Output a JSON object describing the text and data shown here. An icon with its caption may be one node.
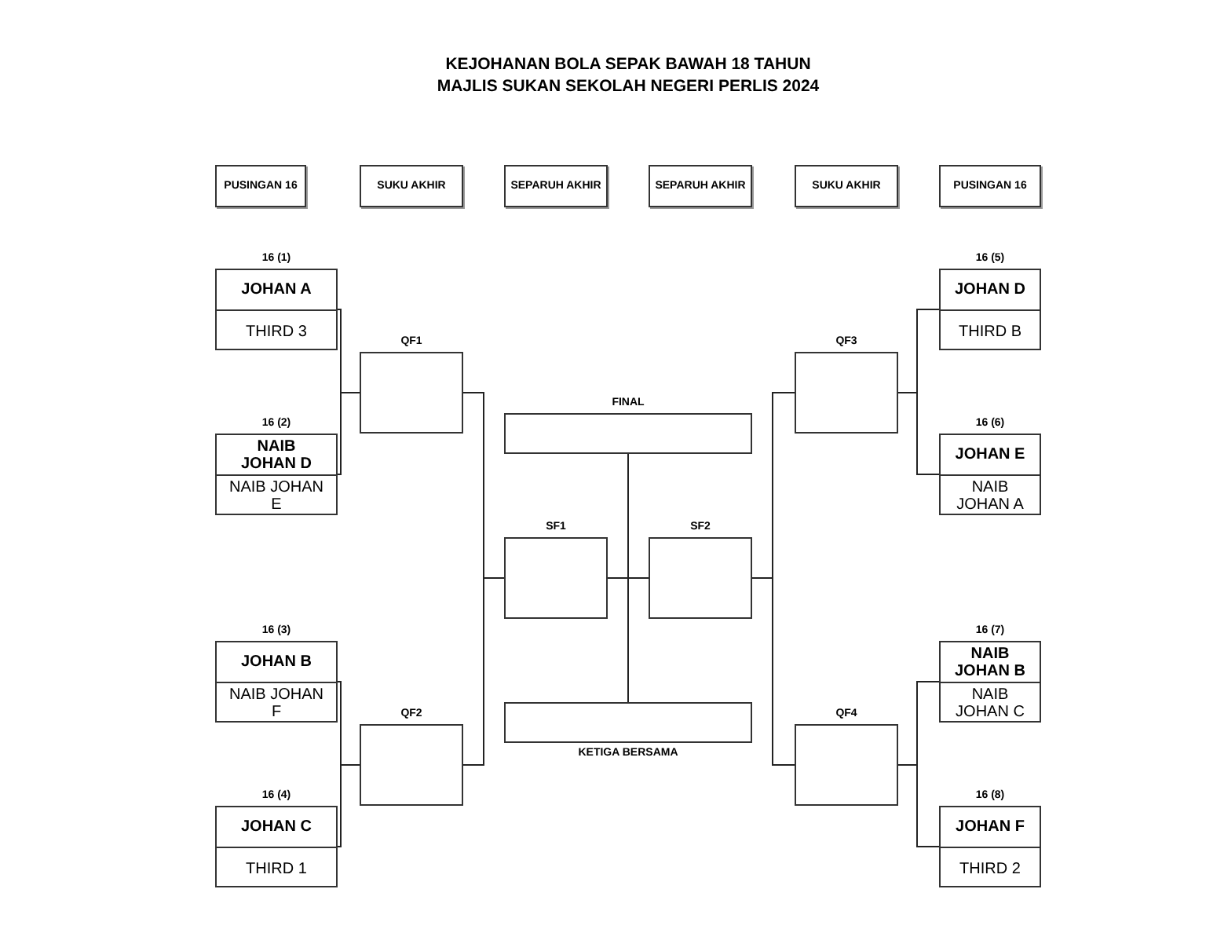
{
  "diagram": {
    "title": "KEJOHANAN BOLA SEPAK BAWAH 18 TAHUN MAJLIS SUKAN SEKOLAH NEGERI PERLIS 2024",
    "nodes": [
      {
        "text": [
          "PUSINGAN 16"
        ]
      },
      {
        "text": [
          "SUKU AKHIR"
        ]
      },
      {
        "text": [
          "SEPARUH AKHIR"
        ]
      },
      {
        "text": [
          "SEPARUH AKHIR"
        ]
      },
      {
        "text": [
          "SUKU AKHIR"
        ]
      },
      {
        "text": [
          "PUSINGAN 16"
        ]
      },
      {
        "text": [
          "JOHAN A",
          "THIRD 3"
        ],
        "beside": [
          "16 (1)"
        ]
      },
      {
        "text": [
          "NAIB JOHAN D",
          "NAIB JOHAN E"
        ],
        "beside": [
          "16 (2)"
        ]
      },
      {
        "text": [
          "JOHAN B",
          "NAIB JOHAN F"
        ],
        "beside": [
          "16 (3)"
        ]
      },
      {
        "text": [
          "JOHAN C",
          "THIRD 1"
        ],
        "beside": [
          "16 (4)"
        ]
      },
      {
        "text": [],
        "shape": "box",
        "beside": [
          "QF1"
        ]
      },
      {
        "text": [],
        "shape": "box",
        "beside": [
          "QF2"
        ]
      },
      {
        "text": [],
        "shape": "box",
        "beside": [
          "FINAL"
        ]
      },
      {
        "text": [],
        "shape": "box",
        "beside": [
          "SF1"
        ]
      },
      {
        "text": [],
        "shape": "box",
        "beside": [
          "SF2"
        ]
      },
      {
        "text": [],
        "shape": "box",
        "beside": [
          "KETIGA BERSAMA"
        ]
      },
      {
        "text": [],
        "shape": "box",
        "beside": [
          "QF3"
        ]
      },
      {
        "text": [],
        "shape": "box",
        "beside": [
          "QF4"
        ]
      },
      {
        "text": [
          "JOHAN D",
          "THIRD B"
        ],
        "beside": [
          "16 (5)"
        ]
      },
      {
        "text": [
          "JOHAN E",
          "NAIB JOHAN A"
        ],
        "beside": [
          "16 (6)"
        ]
      },
      {
        "text": [
          "NAIB JOHAN B",
          "NAIB JOHAN C"
        ],
        "beside": [
          "16 (7)"
        ]
      },
      {
        "text": [
          "JOHAN F",
          "THIRD 2"
        ],
        "beside": [
          "16 (8)"
        ]
      }
    ],
    "edges": [
      {
        "from": 6,
        "to": 10,
        "arrow": "none"
      },
      {
        "from": 7,
        "to": 10,
        "arrow": "none"
      },
      {
        "from": 8,
        "to": 11,
        "arrow": "none"
      },
      {
        "from": 9,
        "to": 11,
        "arrow": "none"
      },
      {
        "from": 10,
        "to": 13,
        "arrow": "none"
      },
      {
        "from": 11,
        "to": 13,
        "arrow": "none"
      },
      {
        "from": 13,
        "to": 12,
        "arrow": "none"
      },
      {
        "from": 14,
        "to": 12,
        "arrow": "none"
      },
      {
        "from": 13,
        "to": 15,
        "arrow": "none"
      },
      {
        "from": 14,
        "to": 15,
        "arrow": "none"
      },
      {
        "from": 16,
        "to": 14,
        "arrow": "none"
      },
      {
        "from": 17,
        "to": 14,
        "arrow": "none"
      },
      {
        "from": 18,
        "to": 16,
        "arrow": "none"
      },
      {
        "from": 19,
        "to": 16,
        "arrow": "none"
      },
      {
        "from": 20,
        "to": 17,
        "arrow": "none"
      },
      {
        "from": 21,
        "to": 17,
        "arrow": "none"
      }
    ]
  }
}
